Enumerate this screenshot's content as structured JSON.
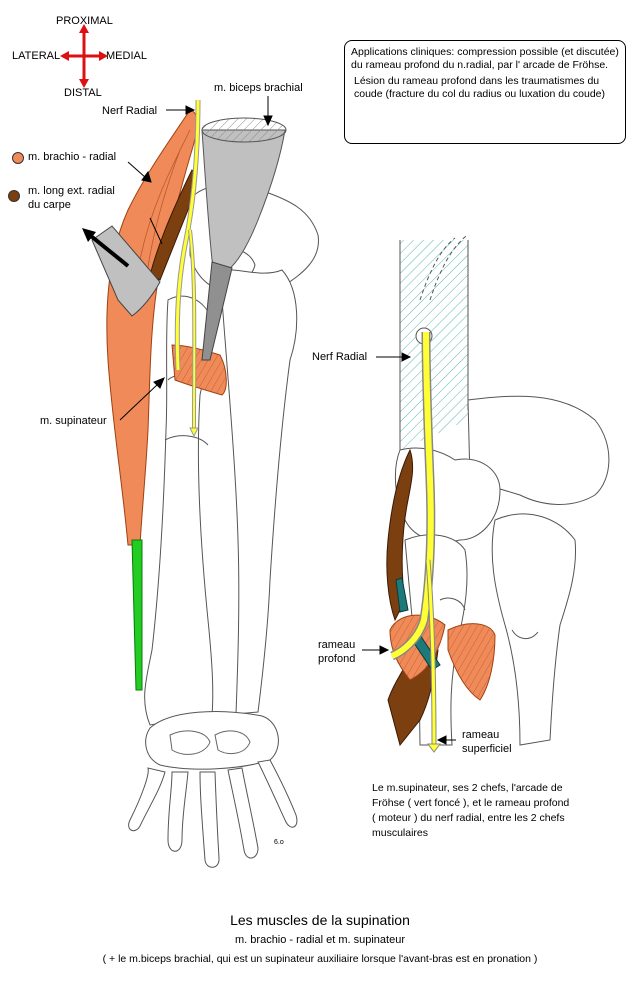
{
  "compass": {
    "proximal": "PROXIMAL",
    "lateral": "LATERAL",
    "medial": "MEDIAL",
    "distal": "DISTAL"
  },
  "labels": {
    "biceps": "m. biceps brachial",
    "nerf_radial_left": "Nerf Radial",
    "brachio_radial": "m. brachio - radial",
    "long_ext_line1": "m. long ext. radial",
    "long_ext_line2": "du carpe",
    "supinateur": "m. supinateur",
    "nerf_radial_right": "Nerf Radial",
    "rameau_profond_line1": "rameau",
    "rameau_profond_line2": "profond",
    "rameau_superficiel_line1": "rameau",
    "rameau_superficiel_line2": "superficiel",
    "signature": "6.o"
  },
  "info_box": {
    "paragraph1": "Applications cliniques: compression possible (et discutée) du rameau profond du n.radial, par l' arcade de Fröhse.",
    "paragraph2": "Lésion du rameau profond dans les traumatismes du coude (fracture du col du radius ou luxation du coude)"
  },
  "caption_right": {
    "line1": "Le m.supinateur, ses 2 chefs, l'arcade de",
    "line2": "Fröhse ( vert foncé ), et le rameau profond",
    "line3": "( moteur ) du nerf radial, entre les 2 chefs",
    "line4": "musculaires"
  },
  "footer": {
    "title": "Les muscles de la supination",
    "subtitle": "m. brachio - radial et m. supinateur",
    "note": "( + le m.biceps brachial, qui est un supinateur auxiliaire lorsque l'avant-bras est en  pronation )"
  },
  "colors": {
    "brachio_radial": "#f08a58",
    "long_ext_radial": "#7b3f10",
    "nerve": "#ffff33",
    "biceps_tendon": "#c0c0c0",
    "arcade_frohse": "#1e7a7a",
    "green_tendon": "#22cc22",
    "compass": "#dd1111"
  }
}
